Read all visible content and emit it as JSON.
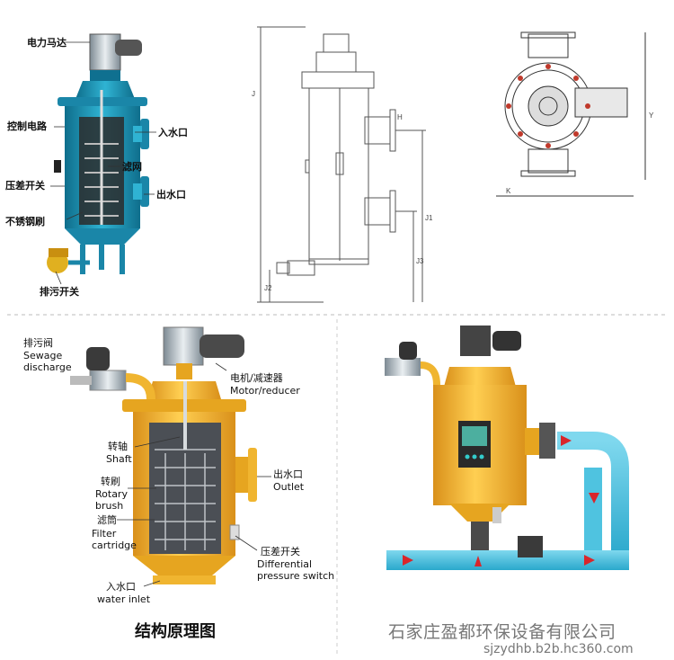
{
  "panel_tl": {
    "labels": [
      "电力马达",
      "控制电路",
      "入水口",
      "压差开关",
      "滤网",
      "出水口",
      "不锈钢刷",
      "排污开关"
    ]
  },
  "panel_tc": {
    "dims": [
      "J",
      "J1",
      "J2",
      "J3",
      "H"
    ]
  },
  "panel_tr": {
    "dims": [
      "K",
      "Y"
    ]
  },
  "panel_bl": {
    "labels": [
      {
        "zh": "排污阀",
        "en": "Sewage discharge"
      },
      {
        "zh": "电机/减速器",
        "en": "Motor/reducer"
      },
      {
        "zh": "转轴",
        "en": "Shaft"
      },
      {
        "zh": "转刷",
        "en": "Rotary brush"
      },
      {
        "zh": "出水口",
        "en": "Outlet"
      },
      {
        "zh": "滤筒",
        "en": "Filter cartridge"
      },
      {
        "zh": "压差开关",
        "en": "Differential pressure switch"
      },
      {
        "zh": "入水口",
        "en": "water inlet"
      }
    ],
    "caption": "结构原理图"
  },
  "watermark": {
    "company": "石家庄盈都环保设备有限公司",
    "url": "sjzydhb.b2b.hc360.com"
  },
  "colors": {
    "teal": "#1e8fb0",
    "yellow": "#f4b62a",
    "pipe_blue": "#4fc3e0",
    "arrow_red": "#d9262b"
  }
}
